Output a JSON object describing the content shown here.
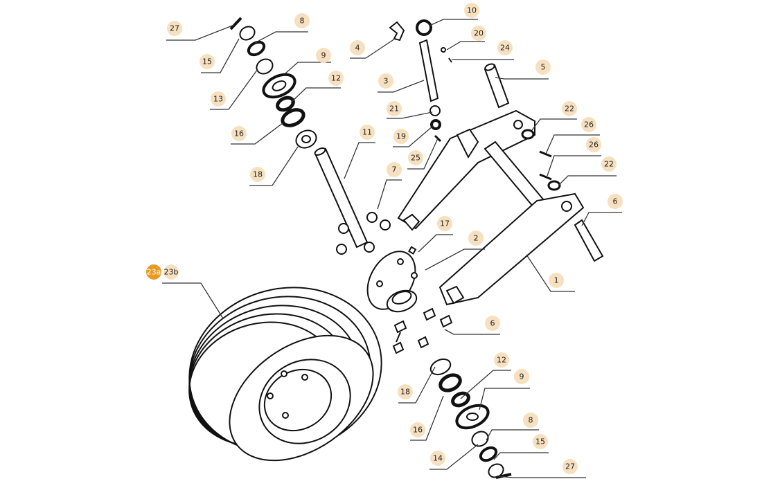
{
  "diagram": {
    "callouts": [
      {
        "label": "27"
      },
      {
        "label": "8"
      },
      {
        "label": "15"
      },
      {
        "label": "9"
      },
      {
        "label": "13"
      },
      {
        "label": "12"
      },
      {
        "label": "16"
      },
      {
        "label": "18"
      },
      {
        "label": "11"
      },
      {
        "label": "7"
      },
      {
        "label": "10"
      },
      {
        "label": "4"
      },
      {
        "label": "20"
      },
      {
        "label": "24"
      },
      {
        "label": "5"
      },
      {
        "label": "3"
      },
      {
        "label": "21"
      },
      {
        "label": "22"
      },
      {
        "label": "26"
      },
      {
        "label": "19"
      },
      {
        "label": "25"
      },
      {
        "label": "26"
      },
      {
        "label": "22"
      },
      {
        "label": "6"
      },
      {
        "label": "17"
      },
      {
        "label": "2"
      },
      {
        "label": "1"
      },
      {
        "label": "23a",
        "highlighted": true
      },
      {
        "label": "23b"
      },
      {
        "label": "6"
      },
      {
        "label": "12"
      },
      {
        "label": "9"
      },
      {
        "label": "18"
      },
      {
        "label": "16"
      },
      {
        "label": "8"
      },
      {
        "label": "14"
      },
      {
        "label": "15"
      },
      {
        "label": "27"
      }
    ],
    "colors": {
      "bubble": "#f6e0c0",
      "highlight": "#e89a22"
    }
  }
}
